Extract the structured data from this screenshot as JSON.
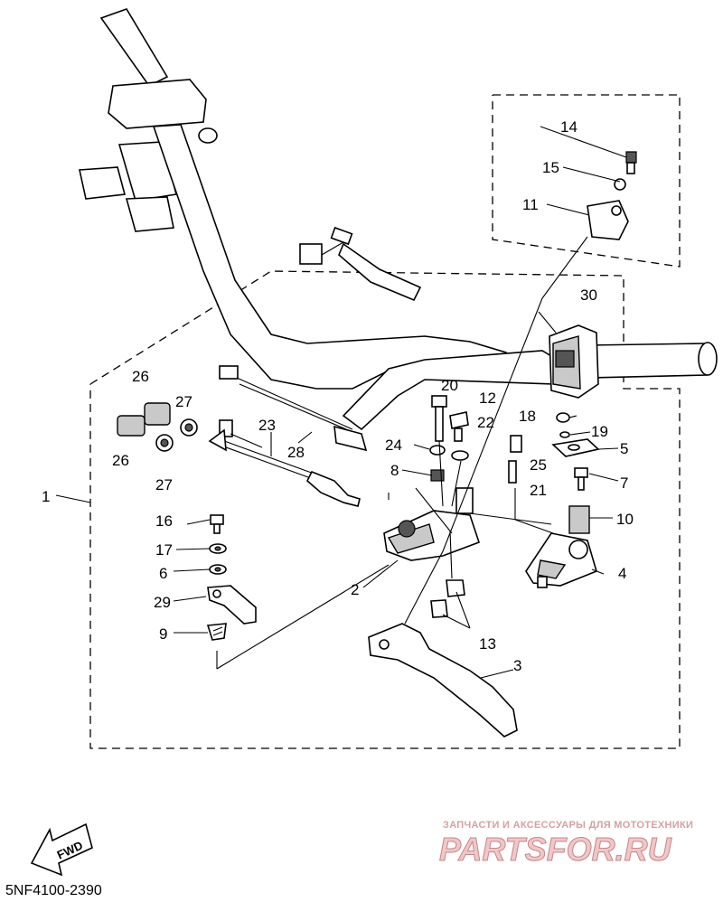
{
  "callouts": {
    "c1": "1",
    "c2": "2",
    "c3": "3",
    "c4": "4",
    "c5": "5",
    "c6": "6",
    "c7": "7",
    "c8": "8",
    "c9": "9",
    "c10": "10",
    "c11": "11",
    "c12": "12",
    "c13": "13",
    "c14": "14",
    "c15": "15",
    "c16": "16",
    "c17": "17",
    "c18": "18",
    "c19": "19",
    "c20": "20",
    "c21": "21",
    "c22": "22",
    "c23": "23",
    "c24": "24",
    "c25": "25",
    "c26a": "26",
    "c26b": "26",
    "c27a": "27",
    "c27b": "27",
    "c28": "28",
    "c29": "29",
    "c30": "30"
  },
  "fwd_label": "FWD",
  "diagram_code": "5NF4100-2390",
  "watermark": {
    "tagline": "ЗАПЧАСТИ И АКСЕССУАРЫ ДЛЯ МОТОТЕХНИКИ",
    "logo": "PARTSFOR.RU"
  }
}
